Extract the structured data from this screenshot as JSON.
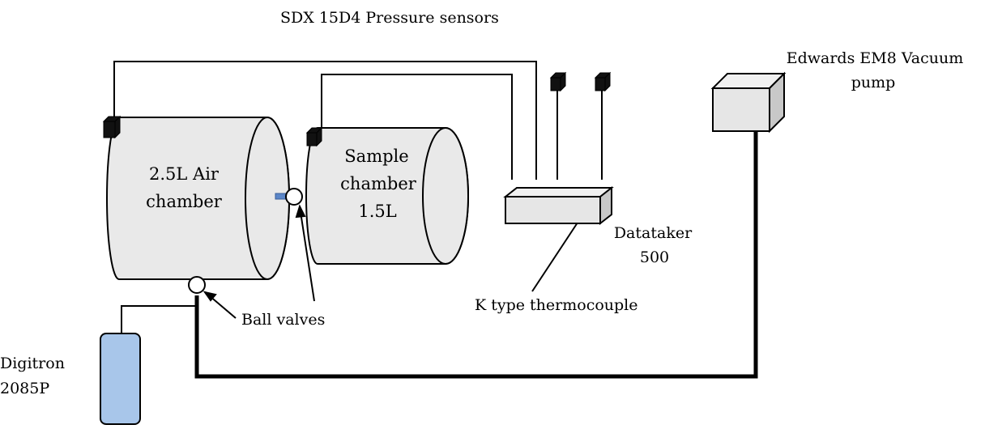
{
  "labels": {
    "pressure_sensors": "SDX 15D4 Pressure  sensors",
    "vacuum_pump_line1": "Edwards EM8 Vacuum",
    "vacuum_pump_line2": "pump",
    "air_chamber_line1": "2.5L Air",
    "air_chamber_line2": "chamber",
    "sample_chamber_line1": "Sample",
    "sample_chamber_line2": "chamber",
    "sample_chamber_line3": "1.5L",
    "datataker_line1": "Datataker",
    "datataker_line2": "500",
    "thermocouple": "K type thermocouple",
    "ball_valves": "Ball valves",
    "digitron_line1": "Digitron",
    "digitron_line2": "2085P"
  },
  "colors": {
    "chamber_fill": "#e9e9e9",
    "box_fill": "#e6e6e6",
    "box_side": "#c8c8c8",
    "sensor": "#111111",
    "digitron_fill": "#a8c6ea",
    "valve_stub": "#5b86c8",
    "line": "#000000"
  }
}
